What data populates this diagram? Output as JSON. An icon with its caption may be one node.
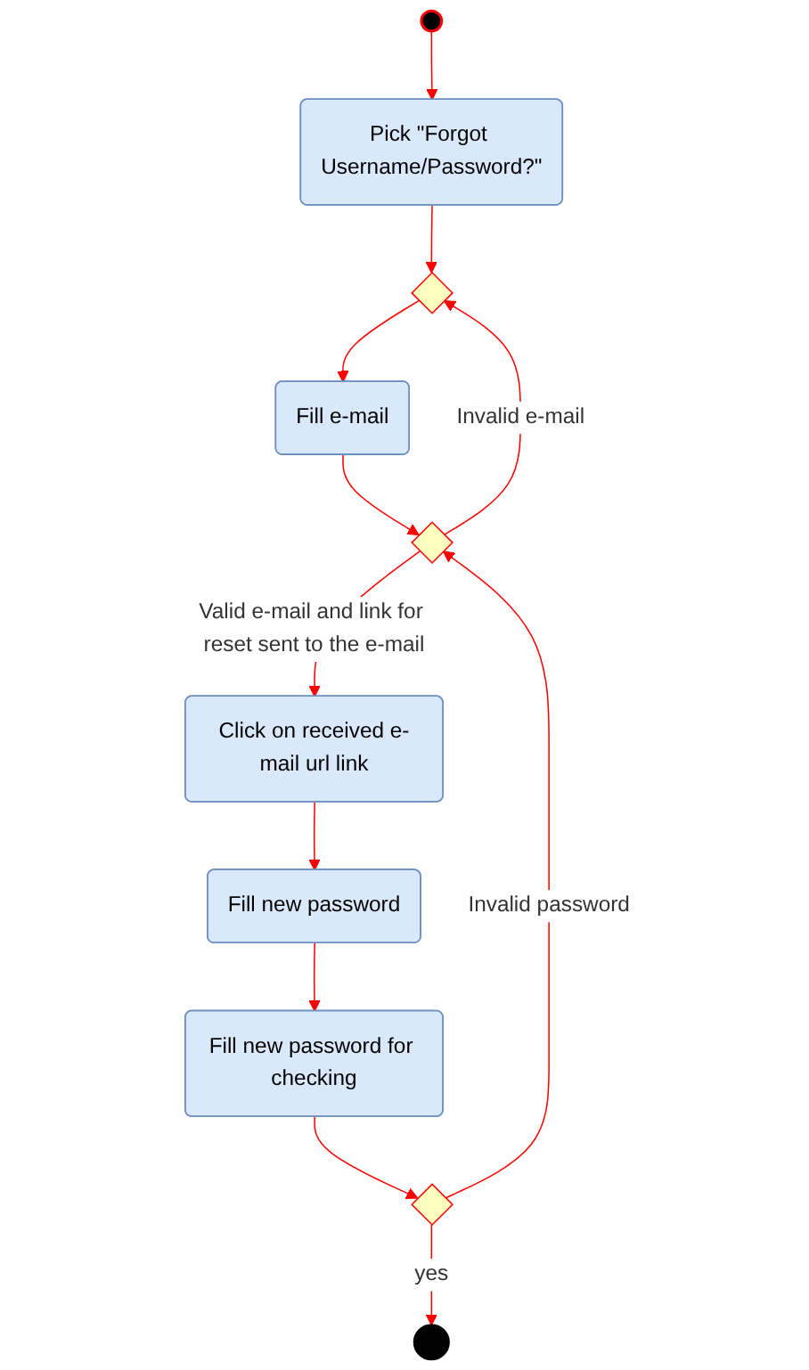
{
  "diagram": {
    "nodes": [
      {
        "text": [],
        "shape": "circle"
      },
      {
        "text": [
          "Pick \"Forgot Username/Password?\""
        ]
      },
      {
        "text": [],
        "shape": "diamond"
      },
      {
        "text": [
          "Fill e-mail"
        ]
      },
      {
        "text": [],
        "shape": "diamond"
      },
      {
        "text": [
          "Click on received e-mail url link"
        ]
      },
      {
        "text": [
          "Fill new password"
        ]
      },
      {
        "text": [
          "Fill new password for checking"
        ]
      },
      {
        "text": [],
        "shape": "diamond"
      },
      {
        "text": [],
        "shape": "circle"
      }
    ],
    "edges": [
      {
        "from": 0,
        "to": 1,
        "arrow": "to"
      },
      {
        "from": 1,
        "to": 2,
        "arrow": "to"
      },
      {
        "from": 2,
        "to": 3,
        "arrow": "to"
      },
      {
        "from": 3,
        "to": 4,
        "arrow": "to"
      },
      {
        "from": 4,
        "to": 2,
        "arrow": "to",
        "label": "Invalid e-mail"
      },
      {
        "from": 4,
        "to": 5,
        "arrow": "to",
        "label": "Valid e-mail and link for reset sent to the e-mail"
      },
      {
        "from": 5,
        "to": 6,
        "arrow": "to"
      },
      {
        "from": 6,
        "to": 7,
        "arrow": "to"
      },
      {
        "from": 7,
        "to": 8,
        "arrow": "to"
      },
      {
        "from": 8,
        "to": 4,
        "arrow": "to",
        "label": "Invalid password"
      },
      {
        "from": 8,
        "to": 9,
        "arrow": "to",
        "label": "yes"
      }
    ]
  }
}
